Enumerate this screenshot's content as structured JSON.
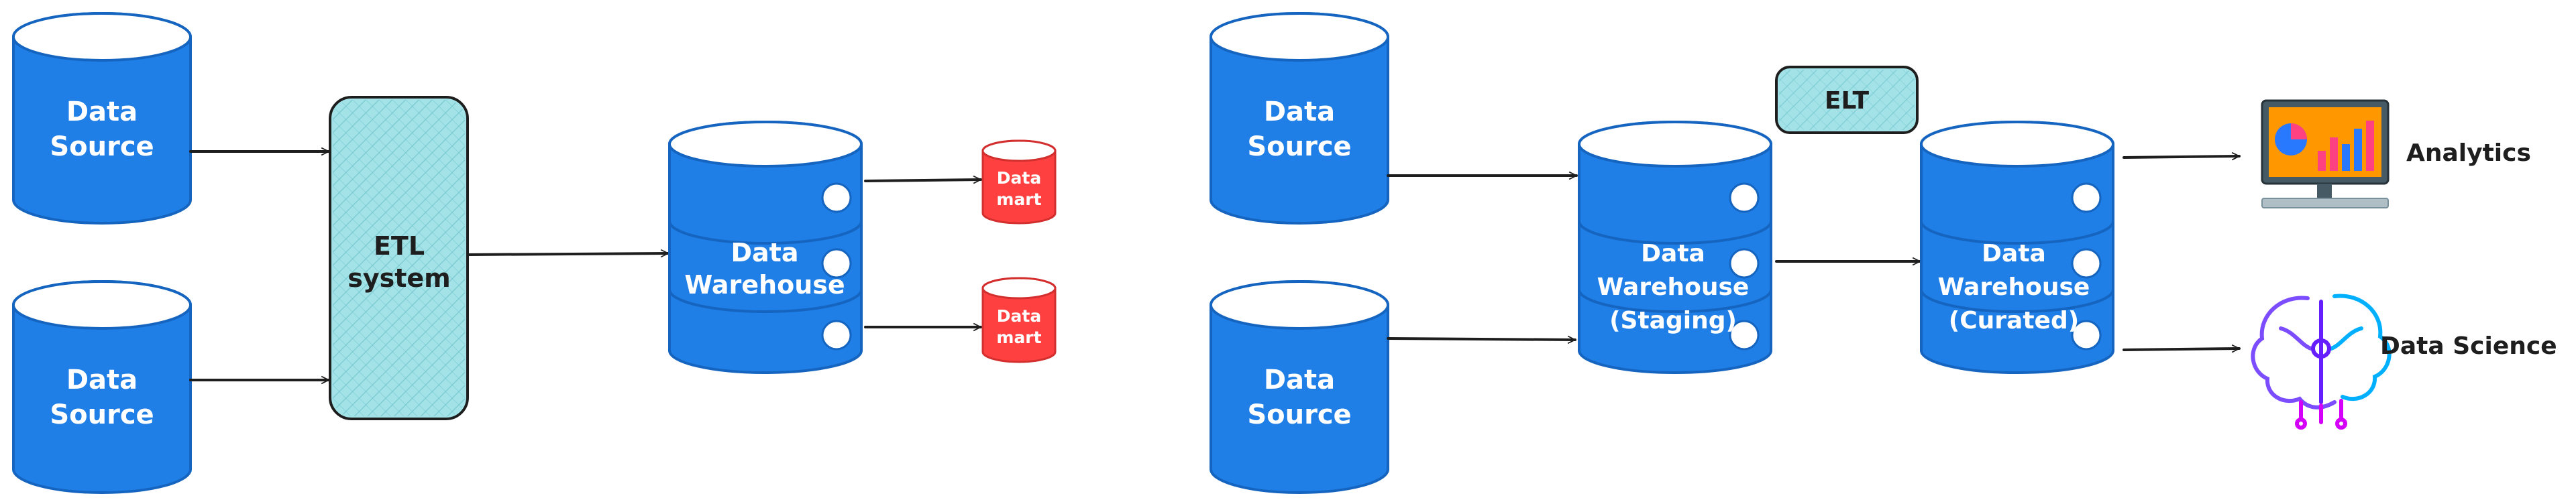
{
  "left": {
    "sources": [
      "Data\nSource",
      "Data\nSource"
    ],
    "etl": "ETL\nsystem",
    "warehouse": "Data\nWarehouse",
    "marts": [
      "Data\nmart",
      "Data\nmart"
    ]
  },
  "right": {
    "sources": [
      "Data\nSource",
      "Data\nSource"
    ],
    "elt": "ELT",
    "staging": "Data\nWarehouse\n(Staging)",
    "curated": "Data\nWarehouse\n(Curated)",
    "outputs": [
      "Analytics",
      "Data Science"
    ]
  },
  "icons": {
    "analytics": "analytics-monitor-icon",
    "data_science": "brain-circuit-icon"
  },
  "colors": {
    "blue": "#1f7fe6",
    "blue_edge": "#1565c0",
    "red": "#ff4040",
    "teal": "#a3e3e8",
    "stroke": "#1e1e1e"
  }
}
